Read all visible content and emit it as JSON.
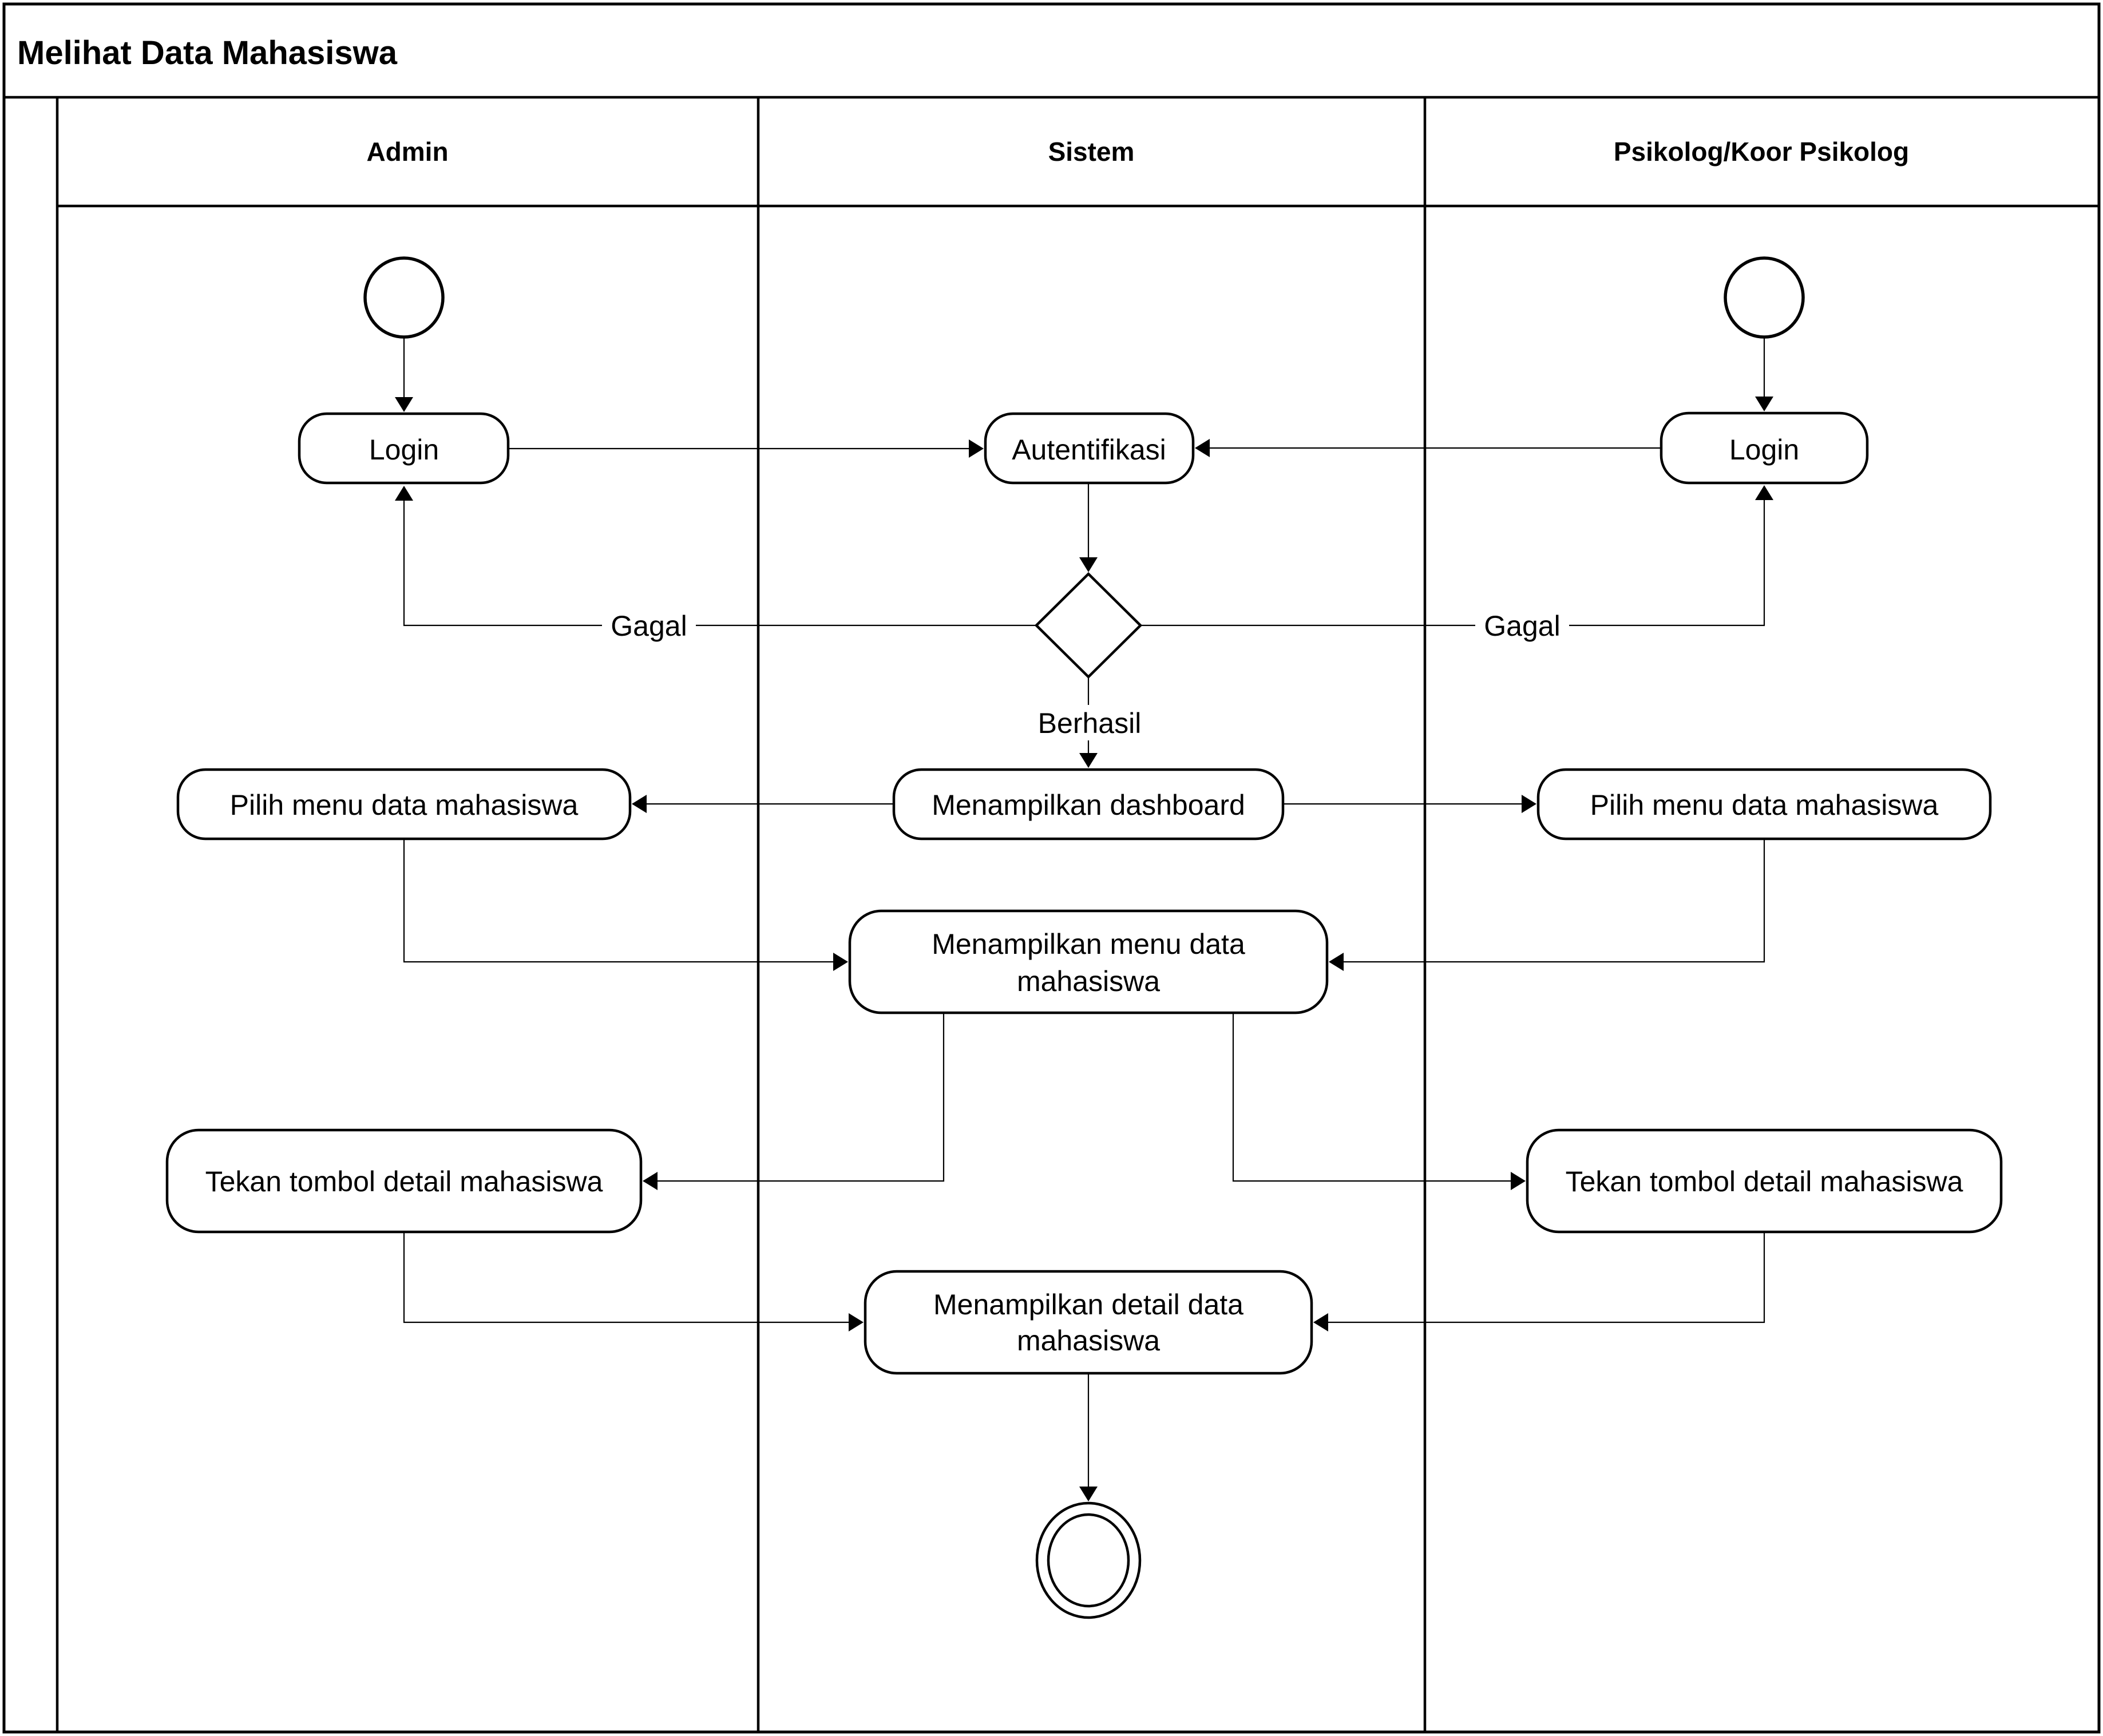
{
  "title": "Melihat Data Mahasiswa",
  "lanes": {
    "admin": "Admin",
    "sistem": "Sistem",
    "psikolog": "Psikolog/Koor Psikolog"
  },
  "nodes": {
    "login_admin": "Login",
    "autentifikasi": "Autentifikasi",
    "login_psikolog": "Login",
    "dashboard": "Menampilkan dashboard",
    "pilih_menu_admin": "Pilih menu data mahasiswa",
    "pilih_menu_psikolog": "Pilih menu data mahasiswa",
    "menu_line1": "Menampilkan menu data",
    "menu_line2": "mahasiswa",
    "tekan_admin": "Tekan tombol detail mahasiswa",
    "tekan_psikolog": "Tekan tombol detail mahasiswa",
    "detail_line1": "Menampilkan detail data",
    "detail_line2": "mahasiswa"
  },
  "edge_labels": {
    "gagal_left": "Gagal",
    "gagal_right": "Gagal",
    "berhasil": "Berhasil"
  },
  "colors": {
    "stroke": "#000000",
    "fill": "#ffffff"
  }
}
